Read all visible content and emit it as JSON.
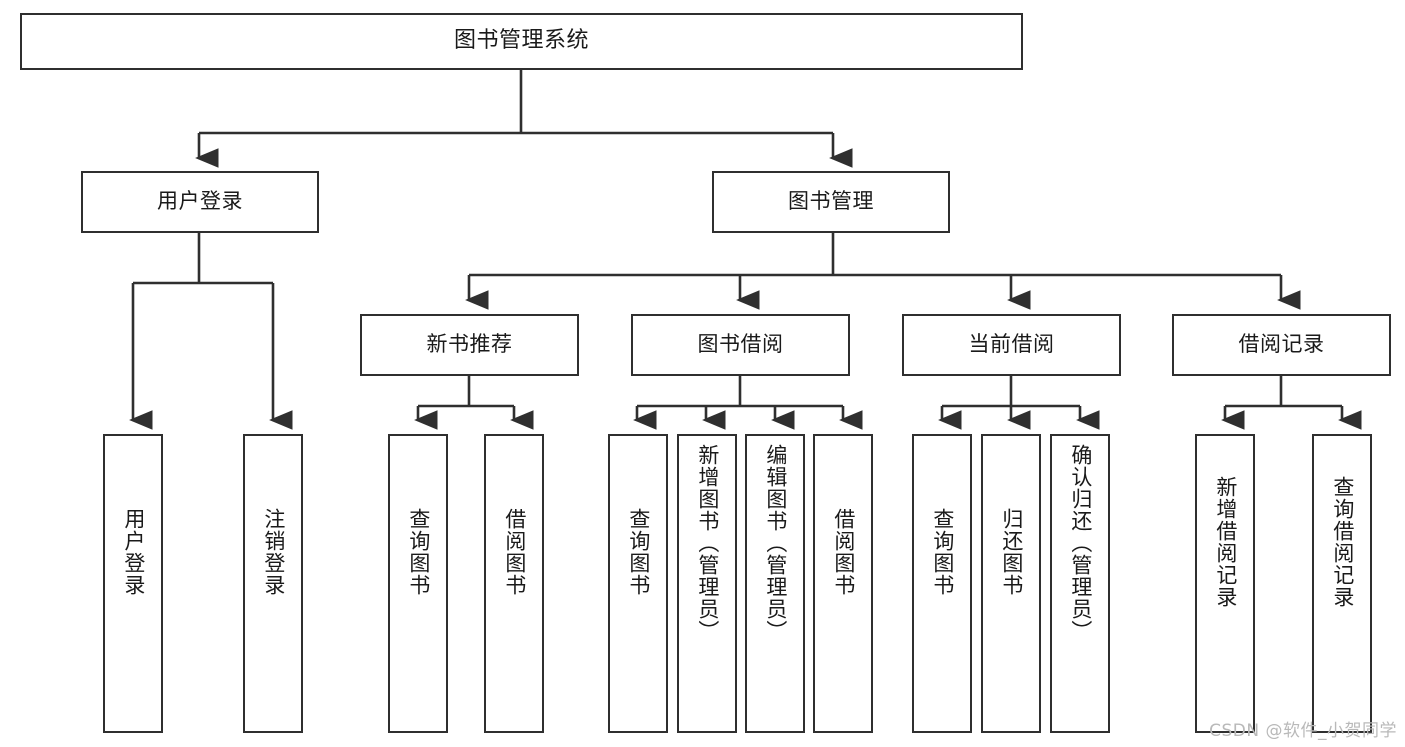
{
  "diagram": {
    "title": "图书管理系统",
    "type": "tree",
    "orientation": "top-down",
    "watermark": "CSDN @软件_小贺同学",
    "colors": {
      "stroke": "#2f2f2f",
      "fill": "#ffffff",
      "text": "#1a1a1a",
      "watermark": "#b9b9b9"
    },
    "nodes": {
      "root": {
        "label": "图书管理系统",
        "level": 1,
        "orientation": "horizontal"
      },
      "user_login": {
        "label": "用户登录",
        "level": 2,
        "orientation": "horizontal"
      },
      "book_manage": {
        "label": "图书管理",
        "level": 2,
        "orientation": "horizontal"
      },
      "new_book_rec": {
        "label": "新书推荐",
        "level": 3,
        "orientation": "horizontal"
      },
      "book_borrow": {
        "label": "图书借阅",
        "level": 3,
        "orientation": "horizontal"
      },
      "current_borrow": {
        "label": "当前借阅",
        "level": 3,
        "orientation": "horizontal"
      },
      "borrow_record": {
        "label": "借阅记录",
        "level": 3,
        "orientation": "horizontal"
      },
      "leaf_user_login": {
        "label": "用户登录",
        "level": 3,
        "orientation": "vertical"
      },
      "leaf_logout": {
        "label": "注销登录",
        "level": 3,
        "orientation": "vertical"
      },
      "leaf_query_book_1": {
        "label": "查询图书",
        "level": 4,
        "orientation": "vertical"
      },
      "leaf_borrow_book_1": {
        "label": "借阅图书",
        "level": 4,
        "orientation": "vertical"
      },
      "leaf_query_book_2": {
        "label": "查询图书",
        "level": 4,
        "orientation": "vertical"
      },
      "leaf_add_book": {
        "label": "新增图书（管理员）",
        "level": 4,
        "orientation": "vertical"
      },
      "leaf_edit_book": {
        "label": "编辑图书（管理员）",
        "level": 4,
        "orientation": "vertical"
      },
      "leaf_borrow_book_2": {
        "label": "借阅图书",
        "level": 4,
        "orientation": "vertical"
      },
      "leaf_query_book_3": {
        "label": "查询图书",
        "level": 4,
        "orientation": "vertical"
      },
      "leaf_return_book": {
        "label": "归还图书",
        "level": 4,
        "orientation": "vertical"
      },
      "leaf_confirm_return": {
        "label": "确认归还（管理员）",
        "level": 4,
        "orientation": "vertical"
      },
      "leaf_add_record": {
        "label": "新增借阅记录",
        "level": 4,
        "orientation": "vertical"
      },
      "leaf_query_record": {
        "label": "查询借阅记录",
        "level": 4,
        "orientation": "vertical"
      }
    },
    "edges": [
      {
        "from": "root",
        "to": "user_login"
      },
      {
        "from": "root",
        "to": "book_manage"
      },
      {
        "from": "user_login",
        "to": "leaf_user_login"
      },
      {
        "from": "user_login",
        "to": "leaf_logout"
      },
      {
        "from": "book_manage",
        "to": "new_book_rec"
      },
      {
        "from": "book_manage",
        "to": "book_borrow"
      },
      {
        "from": "book_manage",
        "to": "current_borrow"
      },
      {
        "from": "book_manage",
        "to": "borrow_record"
      },
      {
        "from": "new_book_rec",
        "to": "leaf_query_book_1"
      },
      {
        "from": "new_book_rec",
        "to": "leaf_borrow_book_1"
      },
      {
        "from": "book_borrow",
        "to": "leaf_query_book_2"
      },
      {
        "from": "book_borrow",
        "to": "leaf_add_book"
      },
      {
        "from": "book_borrow",
        "to": "leaf_edit_book"
      },
      {
        "from": "book_borrow",
        "to": "leaf_borrow_book_2"
      },
      {
        "from": "current_borrow",
        "to": "leaf_query_book_3"
      },
      {
        "from": "current_borrow",
        "to": "leaf_return_book"
      },
      {
        "from": "current_borrow",
        "to": "leaf_confirm_return"
      },
      {
        "from": "borrow_record",
        "to": "leaf_add_record"
      },
      {
        "from": "borrow_record",
        "to": "leaf_query_record"
      }
    ]
  }
}
